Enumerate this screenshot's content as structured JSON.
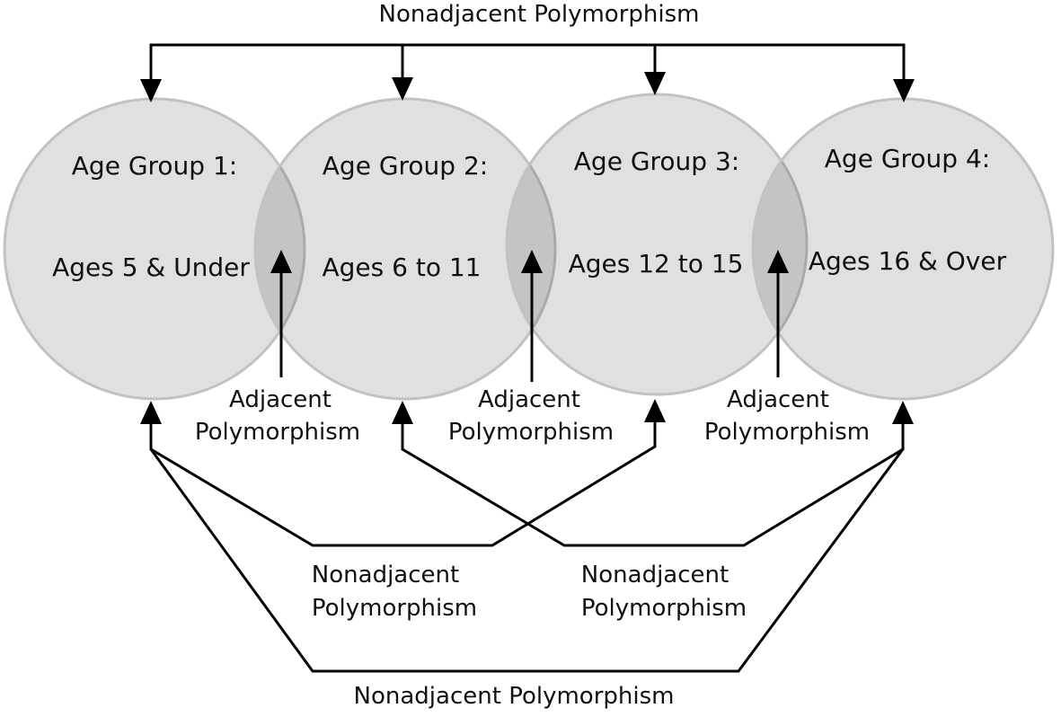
{
  "groups": [
    {
      "title": "Age Group 1:",
      "range": "Ages 5 & Under"
    },
    {
      "title": "Age Group 2:",
      "range": "Ages 6 to 11"
    },
    {
      "title": "Age Group 3:",
      "range": "Ages 12 to 15"
    },
    {
      "title": "Age Group 4:",
      "range": "Ages 16 & Over"
    }
  ],
  "top_label": "Nonadjacent Polymorphism",
  "adjacent": [
    {
      "line1": "Adjacent",
      "line2": "Polymorphism"
    },
    {
      "line1": "Adjacent",
      "line2": "Polymorphism"
    },
    {
      "line1": "Adjacent",
      "line2": "Polymorphism"
    }
  ],
  "mid_labels": [
    {
      "line1": "Nonadjacent",
      "line2": "Polymorphism"
    },
    {
      "line1": "Nonadjacent",
      "line2": "Polymorphism"
    }
  ],
  "bottom_label": "Nonadjacent Polymorphism"
}
